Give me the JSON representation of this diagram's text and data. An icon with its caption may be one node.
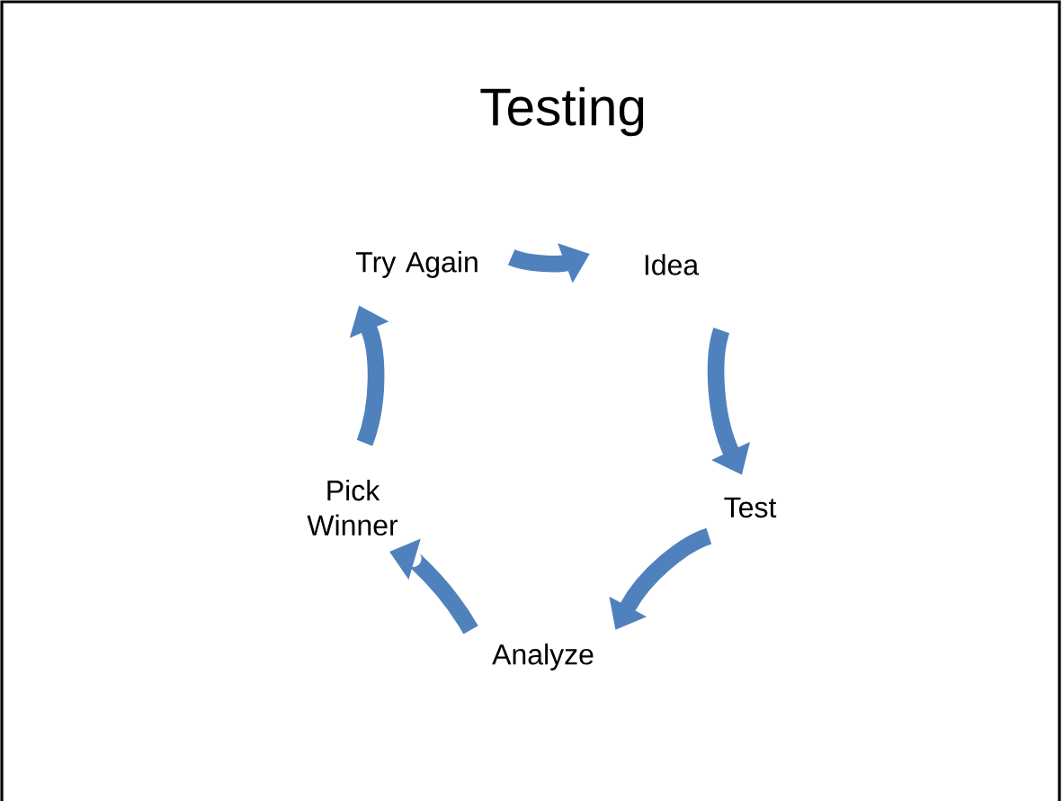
{
  "diagram": {
    "title": "Testing",
    "nodes": [
      {
        "text": [
          "Try Again"
        ]
      },
      {
        "text": [
          "Idea"
        ]
      },
      {
        "text": [
          "Pick Winner"
        ]
      },
      {
        "text": [
          "Test"
        ]
      },
      {
        "text": [
          "Analyze"
        ]
      }
    ],
    "edges": [
      {
        "from": 0,
        "to": 1,
        "arrow": "to"
      },
      {
        "from": 1,
        "to": 3,
        "arrow": "to"
      },
      {
        "from": 3,
        "to": 4,
        "arrow": "to"
      },
      {
        "from": 4,
        "to": 2,
        "arrow": "to"
      },
      {
        "from": 2,
        "to": 0,
        "arrow": "to"
      }
    ]
  }
}
